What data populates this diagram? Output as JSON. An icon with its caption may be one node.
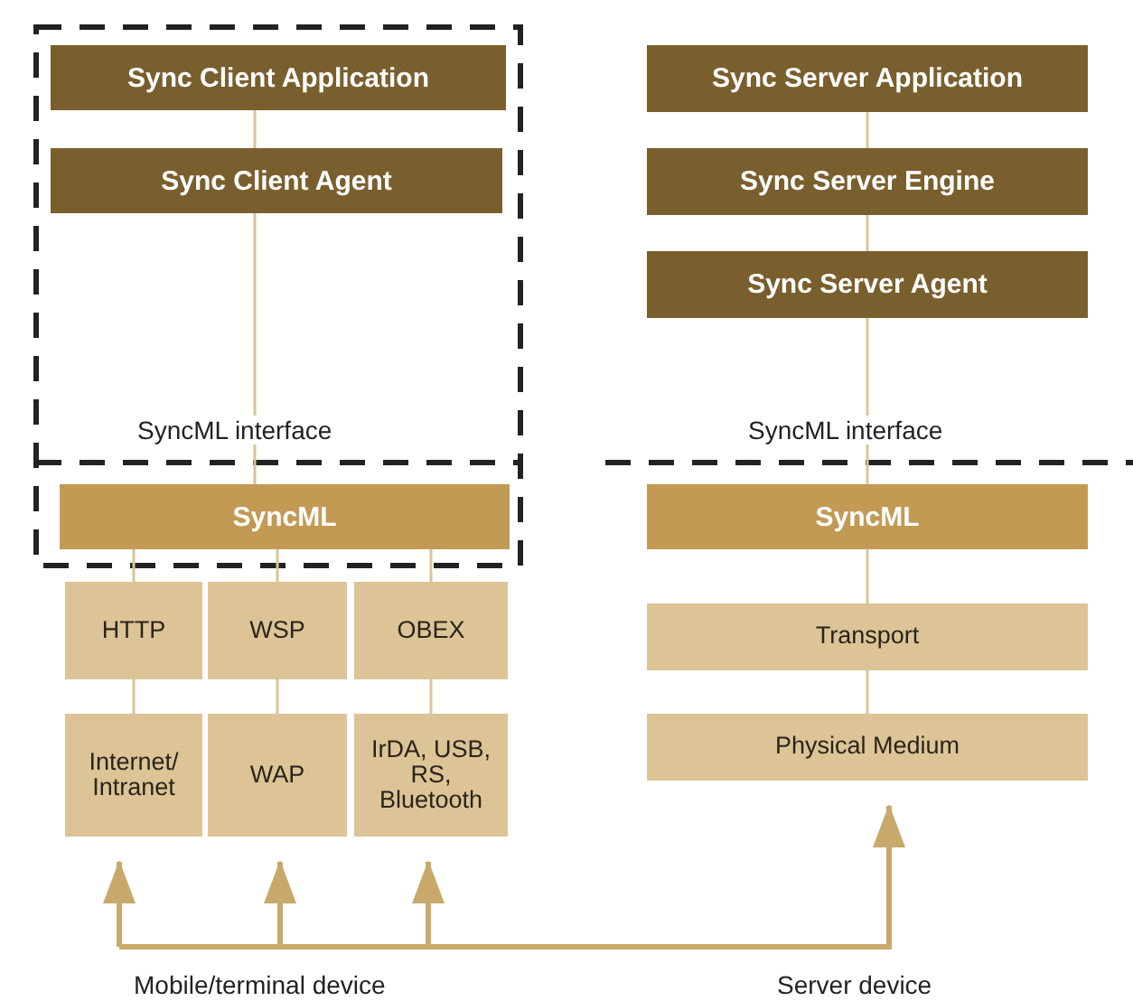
{
  "diagram": {
    "nodes": [
      {
        "text": [
          "Sync Client Application"
        ]
      },
      {
        "text": [
          "Sync Client Agent"
        ]
      },
      {
        "text": [
          "SyncML"
        ]
      },
      {
        "text": [
          "HTTP"
        ]
      },
      {
        "text": [
          "WSP"
        ]
      },
      {
        "text": [
          "OBEX"
        ]
      },
      {
        "text": [
          "Internet/ Intranet"
        ]
      },
      {
        "text": [
          "WAP"
        ]
      },
      {
        "text": [
          "IrDA, USB, RS, Bluetooth"
        ]
      },
      {
        "text": [
          "Sync Server Application"
        ]
      },
      {
        "text": [
          "Sync Server Engine"
        ]
      },
      {
        "text": [
          "Sync Server Agent"
        ]
      },
      {
        "text": [
          "SyncML"
        ]
      },
      {
        "text": [
          "Transport"
        ]
      },
      {
        "text": [
          "Physical Medium"
        ]
      }
    ],
    "edges": [
      {
        "from": 0,
        "to": 1,
        "arrow": "none"
      },
      {
        "from": 1,
        "to": 2,
        "arrow": "none"
      },
      {
        "from": 2,
        "to": 3,
        "arrow": "none"
      },
      {
        "from": 2,
        "to": 4,
        "arrow": "none"
      },
      {
        "from": 2,
        "to": 5,
        "arrow": "none"
      },
      {
        "from": 3,
        "to": 6,
        "arrow": "none"
      },
      {
        "from": 4,
        "to": 7,
        "arrow": "none"
      },
      {
        "from": 5,
        "to": 8,
        "arrow": "none"
      },
      {
        "from": 9,
        "to": 10,
        "arrow": "none"
      },
      {
        "from": 10,
        "to": 11,
        "arrow": "none"
      },
      {
        "from": 11,
        "to": 12,
        "arrow": "none"
      },
      {
        "from": 12,
        "to": 13,
        "arrow": "none"
      },
      {
        "from": 13,
        "to": 14,
        "arrow": "none"
      },
      {
        "from": null,
        "to": 6,
        "arrow": "to",
        "style": "thick"
      },
      {
        "from": null,
        "to": 7,
        "arrow": "to",
        "style": "thick"
      },
      {
        "from": null,
        "to": 8,
        "arrow": "to",
        "style": "thick"
      },
      {
        "from": null,
        "to": 14,
        "arrow": "to",
        "style": "thick"
      }
    ],
    "labels": [
      "SyncML interface",
      "SyncML interface",
      "Mobile/terminal device",
      "Server device"
    ]
  }
}
